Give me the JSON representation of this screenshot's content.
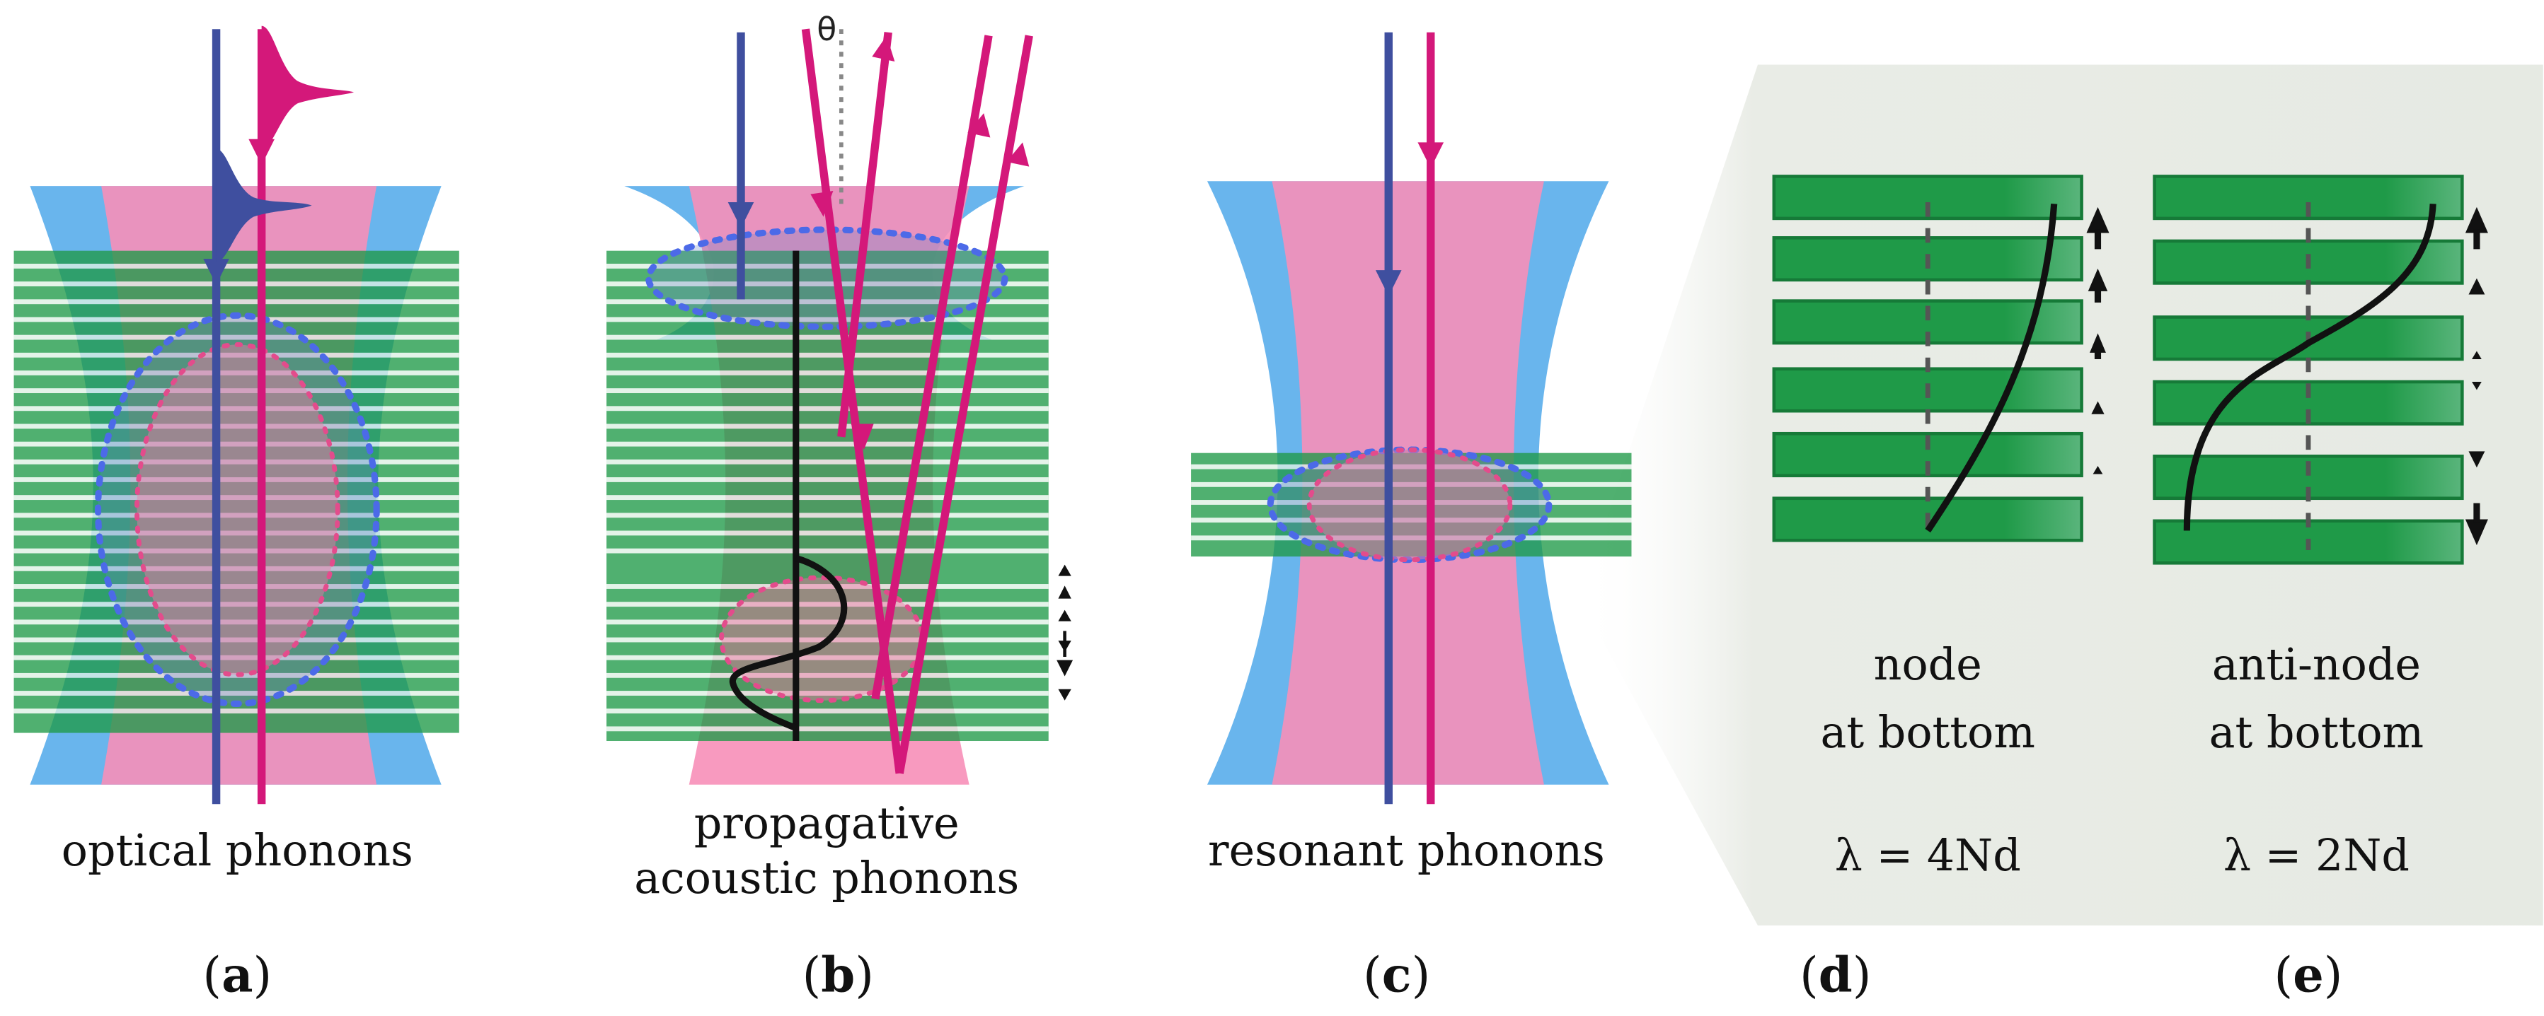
{
  "panel_a": {
    "caption": "optical phonons",
    "label_letter": "a"
  },
  "panel_b": {
    "caption_line1": "propagative",
    "caption_line2": "acoustic phonons",
    "angle_symbol": "θ",
    "label_letter": "b"
  },
  "panel_c": {
    "caption": "resonant phonons",
    "label_letter": "c"
  },
  "panel_d": {
    "caption_line1": "node",
    "caption_line2": "at bottom",
    "formula": "λ = 4Nd",
    "label_letter": "d"
  },
  "panel_e": {
    "caption_line1": "anti-node",
    "caption_line2": "at bottom",
    "formula": "λ = 2Nd",
    "label_letter": "e"
  },
  "colors": {
    "green_layer": "#1f9a48",
    "blue_beam": "#4fa8ea",
    "pink_beam": "#f78fb8",
    "probe_line": "#3f4f9f",
    "pump_line": "#d4187a",
    "blue_dotted": "#4c6ae8",
    "pink_dotted": "#e34c8c",
    "inset_bg": "#e9ece6"
  }
}
